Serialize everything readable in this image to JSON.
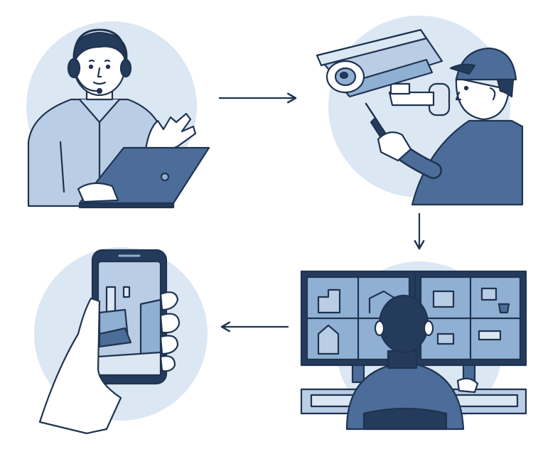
{
  "diagram": {
    "kind": "process-flow",
    "steps": [
      {
        "id": "consultation",
        "scene": "man-with-headset-at-laptop-icon"
      },
      {
        "id": "installation",
        "scene": "technician-mounting-security-camera-icon"
      },
      {
        "id": "monitoring",
        "scene": "operator-at-multi-screen-cctv-desk-icon"
      },
      {
        "id": "mobile-viewing",
        "scene": "hand-holding-smartphone-live-view-icon"
      }
    ],
    "arrows": [
      {
        "from": "consultation",
        "to": "installation",
        "direction": "right"
      },
      {
        "from": "installation",
        "to": "monitoring",
        "direction": "down"
      },
      {
        "from": "monitoring",
        "to": "mobile-viewing",
        "direction": "left"
      }
    ],
    "colors": {
      "circle": "#dbe7f3",
      "ink": "#1f3350",
      "light": "#b9cde4",
      "mid": "#8fb0d3",
      "dark": "#4c6d99",
      "navy": "#253b5c"
    }
  }
}
